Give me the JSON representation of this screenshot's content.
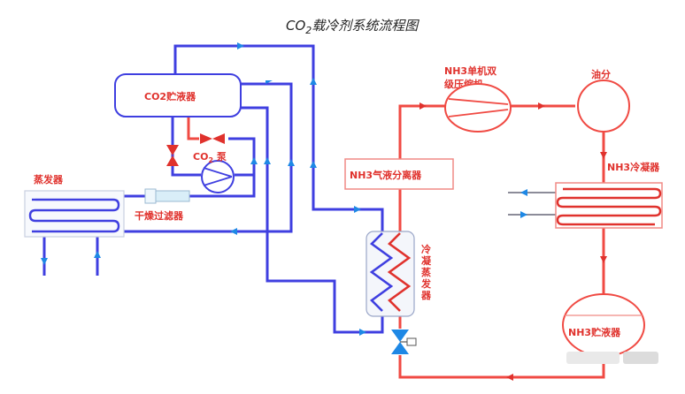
{
  "title": {
    "prefix": "CO",
    "sub": "2",
    "suffix": "载冷剂系统流程图"
  },
  "labels": {
    "co2_receiver": "CO2贮液器",
    "co2_pump_prefix": "CO",
    "co2_pump_sub": "2",
    "co2_pump_suffix": " 泵",
    "evaporator": "蒸发器",
    "dryer_filter": "干燥过滤器",
    "nh3_separator": "NH3气液分离器",
    "nh3_compressor_line1": "NH3单机双",
    "nh3_compressor_line2": "级压缩机",
    "oil_separator": "油分",
    "nh3_condenser": "NH3冷凝器",
    "cond_evap": [
      "冷",
      "凝",
      "蒸",
      "发",
      "器"
    ],
    "nh3_receiver": "NH3贮液器"
  },
  "colors": {
    "co2_loop": "#3f3fe0",
    "nh3_loop": "#f04a43",
    "flow_arrow": "#1e88e5",
    "label_text": "#e0322d"
  }
}
